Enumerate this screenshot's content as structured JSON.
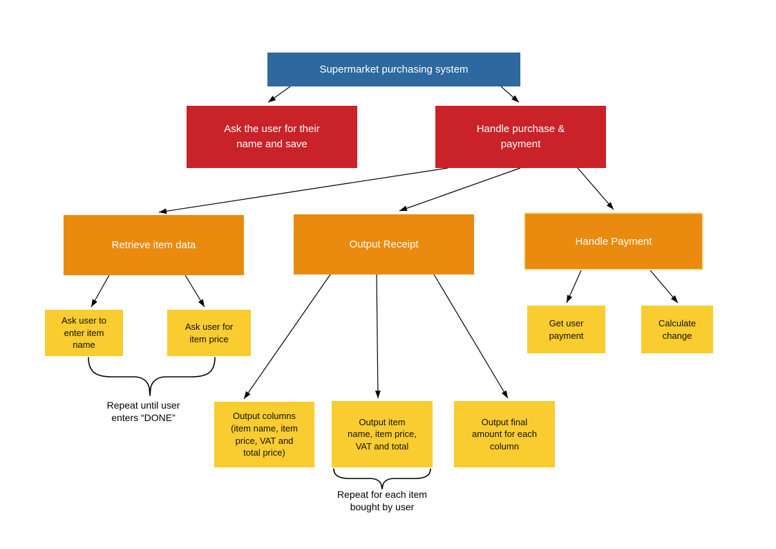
{
  "palette": {
    "canvas_bg": "#ffffff",
    "level1": "#2d689e",
    "level2": "#c92228",
    "level3": "#ea8a0e",
    "level4": "#f9cc2f",
    "handle_payment_border": "#f6e4a0",
    "connector": "#000000"
  },
  "nodes": {
    "root": {
      "label": "Supermarket purchasing system"
    },
    "ask_name": {
      "label": "Ask the user for their\nname and save"
    },
    "handle_purchase": {
      "label": "Handle purchase &\npayment"
    },
    "retrieve_item_data": {
      "label": "Retrieve item data"
    },
    "output_receipt": {
      "label": "Output Receipt"
    },
    "handle_payment": {
      "label": "Handle Payment"
    },
    "ask_item_name": {
      "label": "Ask user to\nenter item\nname"
    },
    "ask_item_price": {
      "label": "Ask user for\nitem price"
    },
    "output_columns": {
      "label": "Output columns\n(item name, item\nprice, VAT and\ntotal price)"
    },
    "output_item_values": {
      "label": "Output item\nname, item price,\nVAT and total"
    },
    "output_final_amount": {
      "label": "Output final\namount for each\ncolumn"
    },
    "get_user_payment": {
      "label": "Get user\npayment"
    },
    "calculate_change": {
      "label": "Calculate\nchange"
    }
  },
  "annotations": {
    "repeat_done": {
      "label": "Repeat until user\nenters “DONE”"
    },
    "repeat_items": {
      "label": "Repeat for each item\nbought by user"
    }
  }
}
